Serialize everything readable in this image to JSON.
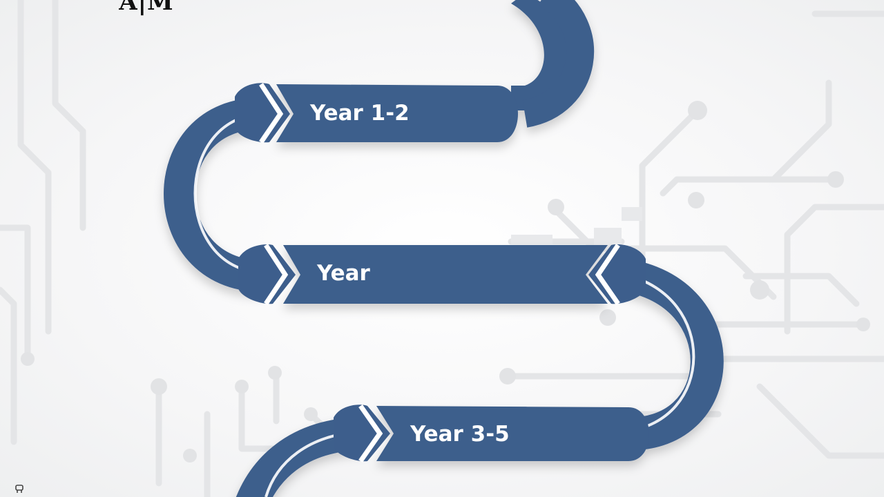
{
  "logo": {
    "text": "A|M",
    "icon": "atm-logo"
  },
  "roadmap": {
    "steps": [
      {
        "label": "Year 1-2",
        "direction": "right"
      },
      {
        "label": "Year",
        "direction": "left"
      },
      {
        "label": "Year 3-5",
        "direction": "right"
      }
    ]
  },
  "colors": {
    "ribbon": "#3d5e8c",
    "ribbon_shadow": "#2e4a72",
    "circuit": "#e3e4e6",
    "background": "#f4f5f6"
  }
}
